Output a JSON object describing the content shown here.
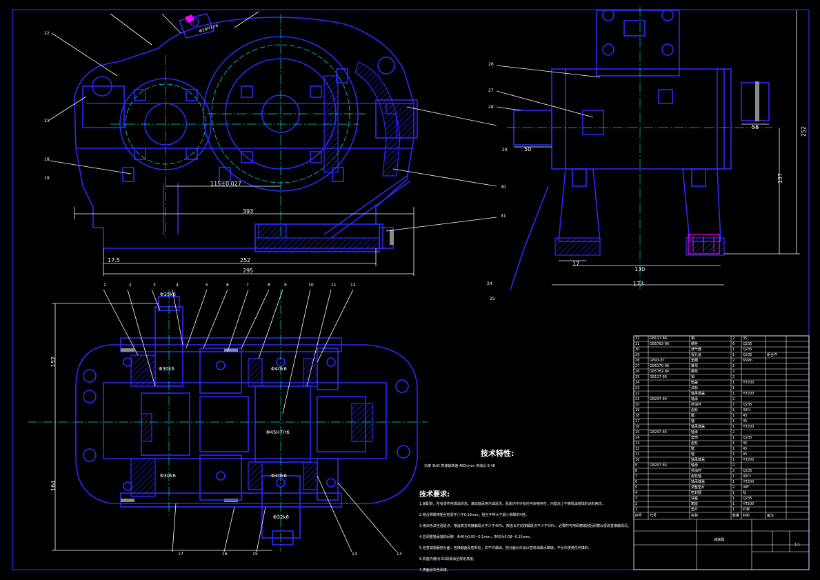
{
  "drawing": {
    "title": "技术特性:",
    "characteristics_line": "功率  3kW   高速轴转速  480r/min   传动比  8.48",
    "requirements_title": "技术要求:",
    "requirements": [
      "1.装配前，所有零件用煤油清洗，滚动轴承用汽油清洗，机体内不许有任何杂物存在，内壁涂上不被机油侵蚀的涂料两次。",
      "2.啮合侧隙用铅丝检验不小于0.16mm，铅丝不得大于最小侧隙的4倍。",
      "3.用涂色法检验斑点，按齿高方向接触斑点不少于40%，按齿长方向接触斑点不少于50%，必要时可用研磨或刮后研磨以便改善接触情况。",
      "4.应调整轴承轴向间隙：Φ40为0.05~0.1mm，Φ55为0.08~0.15mm。",
      "5.检查减速器剖分面，各接触面及密封处，均不许漏油，剖分面允许涂以密封油或水玻璃，不允许使用任何填料。",
      "6.机座内装HJ-50润滑油至规定高度。",
      "7.表面涂灰色油漆。"
    ],
    "dimensions": {
      "top_center_distance": "115±0.027",
      "top_width_upper": "393",
      "top_left": "17.5",
      "top_252": "252",
      "top_295": "295",
      "side_50": "50",
      "side_58": "58",
      "side_252": "252",
      "side_157": "157",
      "side_17": "17",
      "side_130": "130",
      "side_173": "173",
      "plan_152": "152",
      "plan_164": "164",
      "fit_1": "Φ35k6",
      "fit_2": "Φ30k6",
      "fit_3": "Φ40k6",
      "fit_4": "Φ45H7/r6",
      "fit_5": "Φ30k6",
      "fit_6": "Φ40k6",
      "fit_7": "Φ32k6",
      "fit_vent": "Φ16H7/r6"
    },
    "balloons_top": [
      "1",
      "2",
      "3",
      "4",
      "5",
      "6",
      "7",
      "8",
      "9",
      "10",
      "11",
      "12"
    ],
    "balloons_bottom": [
      "17",
      "16",
      "15",
      "14",
      "13"
    ],
    "balloons_left": [
      "22",
      "21",
      "18",
      "19"
    ],
    "balloons_right": [
      "26",
      "27",
      "28",
      "29",
      "30",
      "31",
      "24",
      "25"
    ],
    "title_block": {
      "drawing_name": "减速器",
      "scale": "1:1",
      "header_cols": [
        "序号",
        "代号",
        "名称",
        "数量",
        "材料",
        "备注"
      ],
      "rows": [
        [
          "32",
          "GB117-86",
          "销",
          "2",
          "35",
          ""
        ],
        [
          "31",
          "GB5782-86",
          "螺栓",
          "6",
          "Q235",
          ""
        ],
        [
          "30",
          "",
          "通气器",
          "1",
          "Q235",
          ""
        ],
        [
          "29",
          "",
          "视孔盖",
          "1",
          "Q235",
          "组合件"
        ],
        [
          "28",
          "GB93-87",
          "垫圈",
          "2",
          "65Mn",
          ""
        ],
        [
          "27",
          "GB6170-86",
          "螺母",
          "2",
          "",
          ""
        ],
        [
          "26",
          "GB5782-86",
          "螺栓",
          "2",
          "",
          ""
        ],
        [
          "25",
          "GB117-86",
          "销",
          "2",
          "",
          ""
        ],
        [
          "24",
          "",
          "箱盖",
          "1",
          "HT200",
          ""
        ],
        [
          "23",
          "",
          "油标",
          "1",
          "",
          ""
        ],
        [
          "22",
          "",
          "轴承端盖",
          "1",
          "HT200",
          ""
        ],
        [
          "21",
          "GB297-84",
          "轴承",
          "2",
          "",
          ""
        ],
        [
          "20",
          "",
          "挡油环",
          "2",
          "Q235",
          ""
        ],
        [
          "19",
          "",
          "齿轮",
          "1",
          "40Cr",
          ""
        ],
        [
          "18",
          "",
          "键",
          "1",
          "45",
          ""
        ],
        [
          "17",
          "",
          "轴",
          "1",
          "45",
          ""
        ],
        [
          "16",
          "",
          "轴承端盖",
          "1",
          "HT200",
          ""
        ],
        [
          "15",
          "GB297-84",
          "轴承",
          "2",
          "",
          ""
        ],
        [
          "14",
          "",
          "套筒",
          "1",
          "Q235",
          ""
        ],
        [
          "13",
          "",
          "齿轮",
          "1",
          "45",
          ""
        ],
        [
          "12",
          "",
          "键",
          "1",
          "45",
          ""
        ],
        [
          "11",
          "",
          "轴",
          "1",
          "45",
          ""
        ],
        [
          "10",
          "",
          "轴承端盖",
          "1",
          "HT200",
          ""
        ],
        [
          "9",
          "GB297-84",
          "轴承",
          "2",
          "",
          ""
        ],
        [
          "8",
          "",
          "挡油环",
          "2",
          "Q235",
          ""
        ],
        [
          "7",
          "",
          "齿轮轴",
          "1",
          "40Cr",
          ""
        ],
        [
          "6",
          "",
          "轴承端盖",
          "1",
          "HT200",
          ""
        ],
        [
          "5",
          "",
          "调整垫片",
          "2",
          "08F",
          ""
        ],
        [
          "4",
          "",
          "密封圈",
          "1",
          "毡",
          ""
        ],
        [
          "3",
          "",
          "油塞",
          "1",
          "Q235",
          ""
        ],
        [
          "2",
          "",
          "箱座",
          "1",
          "HT200",
          ""
        ],
        [
          "1",
          "",
          "垫片",
          "1",
          "石棉",
          ""
        ]
      ]
    }
  }
}
